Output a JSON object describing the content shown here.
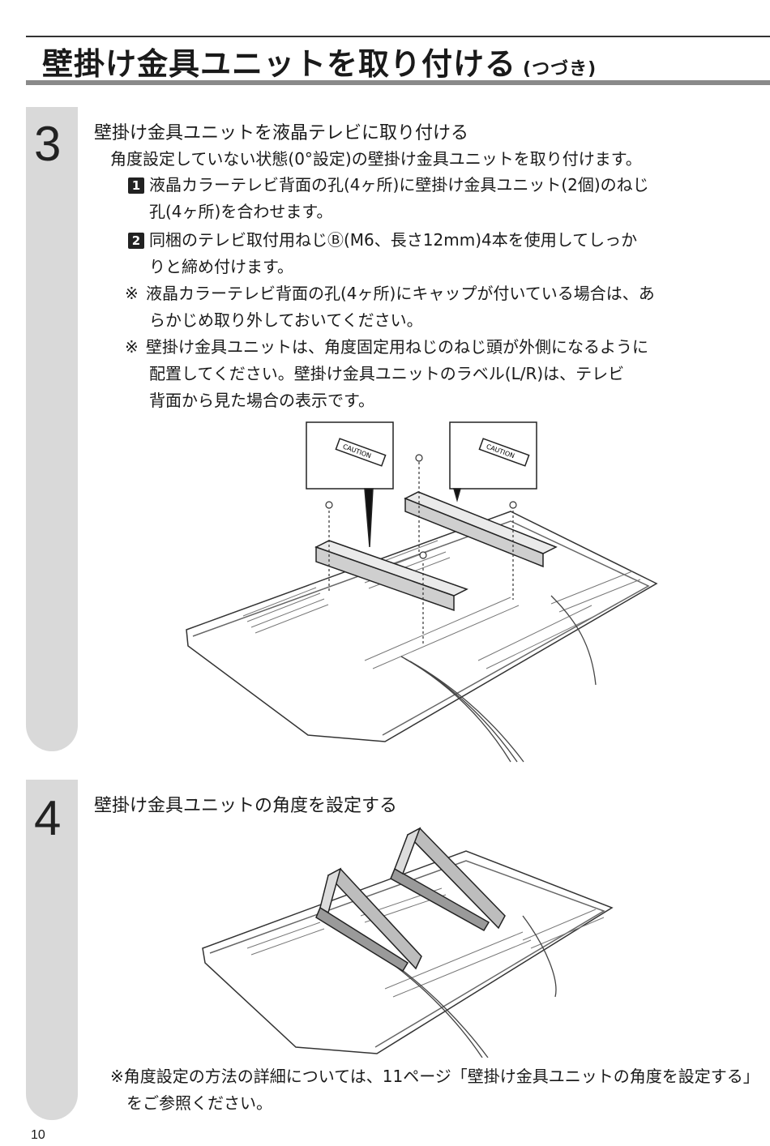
{
  "header": {
    "title": "壁掛け金具ユニットを取り付ける",
    "title_suffix": "(つづき)"
  },
  "step3": {
    "number": "3",
    "heading": "壁掛け金具ユニットを液晶テレビに取り付ける",
    "intro": "角度設定していない状態(0°設定)の壁掛け金具ユニットを取り付けます。",
    "items": [
      {
        "num": "1",
        "line1": "液晶カラーテレビ背面の孔(4ヶ所)に壁掛け金具ユニット(2個)のねじ",
        "line2": "孔(4ヶ所)を合わせます。"
      },
      {
        "num": "2",
        "line1": "同梱のテレビ取付用ねじⒷ(M6、長さ12mm)4本を使用してしっか",
        "line2": "りと締め付けます。"
      }
    ],
    "notes": [
      {
        "mark": "※",
        "lines": [
          "液晶カラーテレビ背面の孔(4ヶ所)にキャップが付いている場合は、あ",
          "らかじめ取り外しておいてください。"
        ]
      },
      {
        "mark": "※",
        "lines": [
          "壁掛け金具ユニットは、角度固定用ねじのねじ頭が外側になるように",
          "配置してください。壁掛け金具ユニットのラベル(L/R)は、テレビ",
          "背面から見た場合の表示です。"
        ]
      }
    ],
    "figure": {
      "label_left": "CAUTION",
      "label_right": "CAUTION"
    }
  },
  "step4": {
    "number": "4",
    "heading": "壁掛け金具ユニットの角度を設定する",
    "note_line1": "※角度設定の方法の詳細については、11ページ「壁掛け金具ユニットの角度を設定する」",
    "note_line2": "をご参照ください。"
  },
  "footer": {
    "page_number": "10"
  }
}
